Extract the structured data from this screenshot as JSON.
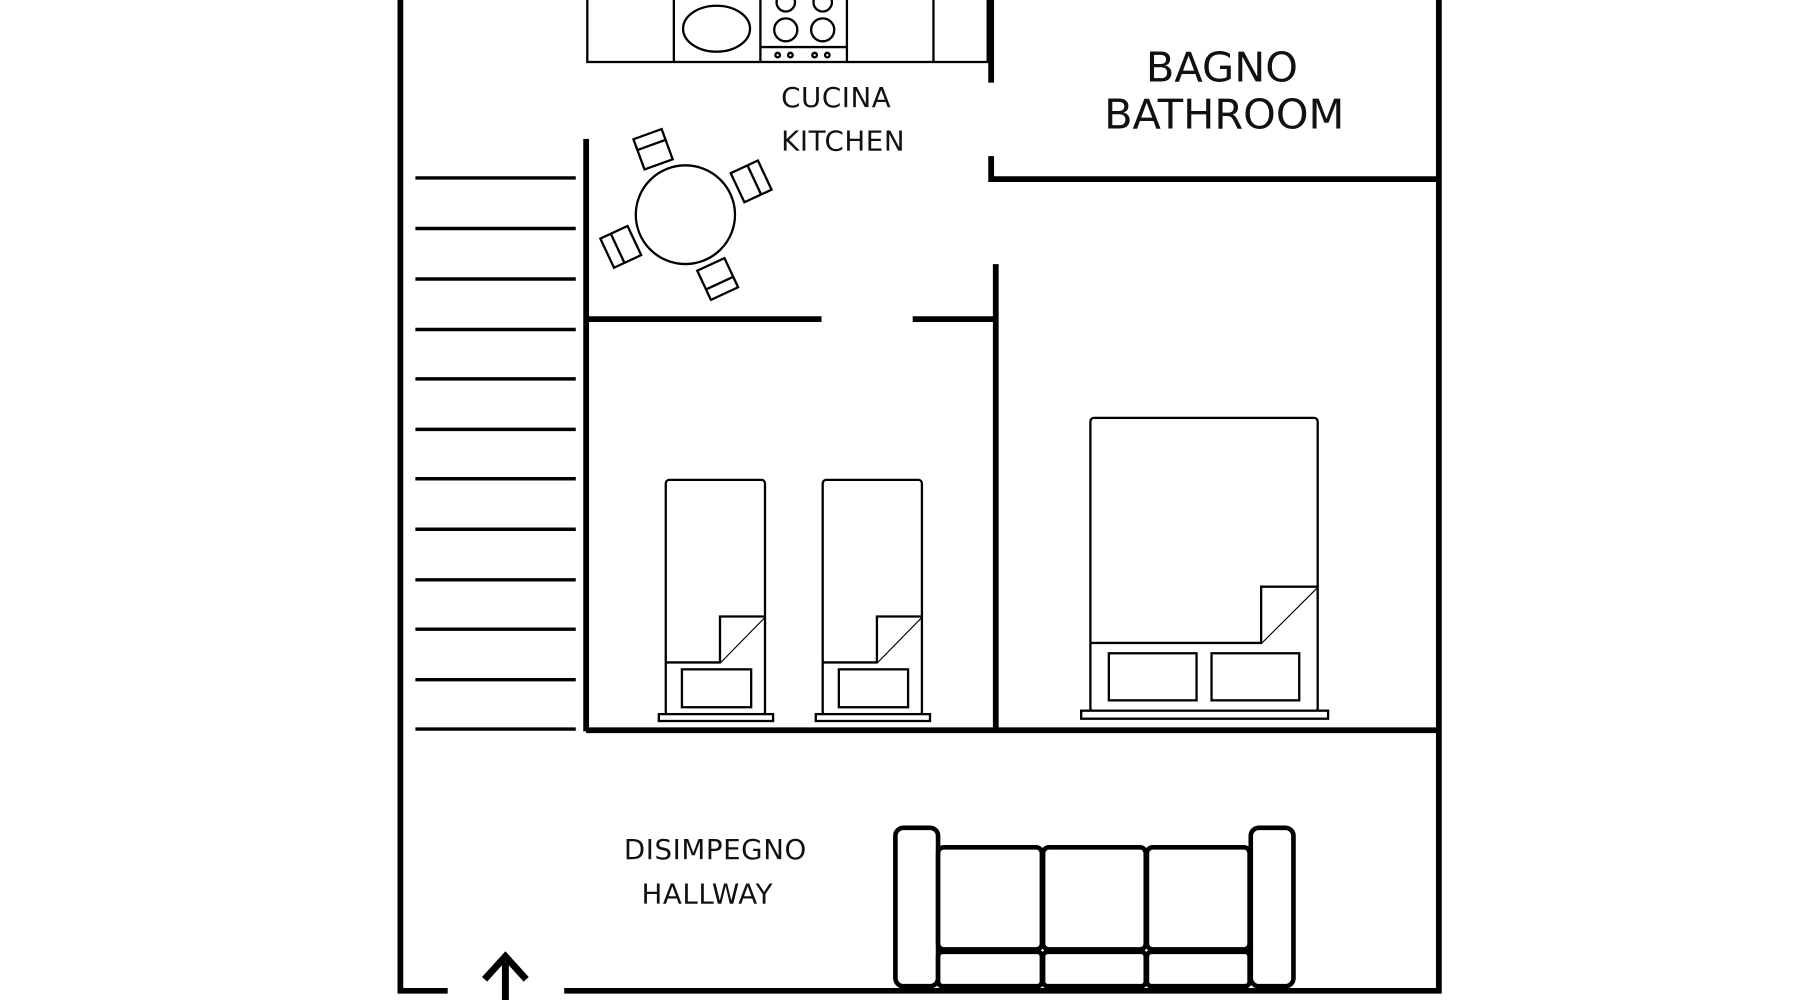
{
  "rooms": {
    "kitchen": {
      "label_it": "CUCINA",
      "label_en": "KITCHEN"
    },
    "bathroom": {
      "label_it": "BAGNO",
      "label_en": "BATHROOM"
    },
    "hallway": {
      "label_it": "DISIMPEGNO",
      "label_en": "HALLWAY"
    }
  },
  "colors": {
    "line": "#000000",
    "background": "#ffffff"
  }
}
